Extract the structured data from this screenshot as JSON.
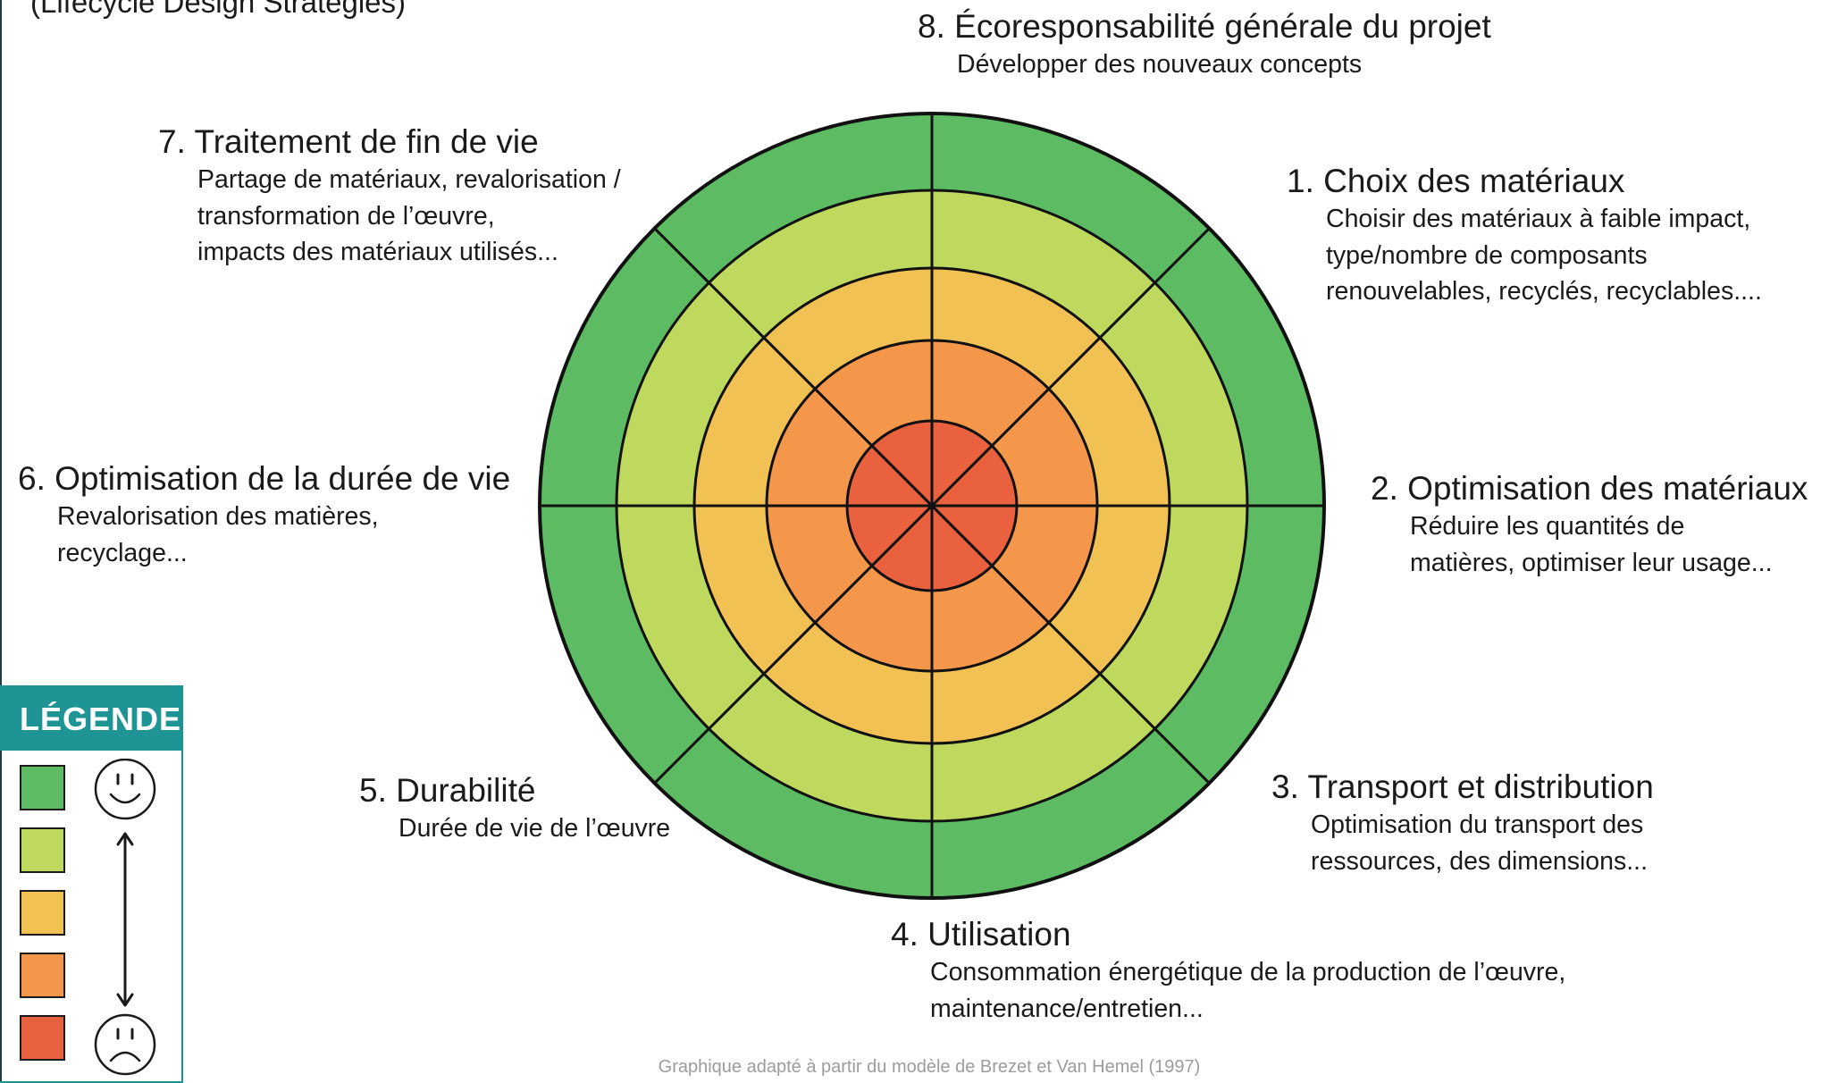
{
  "header": {
    "subtitle": "(Lifecycle Design Strategies)"
  },
  "wheel": {
    "ring_colors": [
      "#5dbb63",
      "#bfd95e",
      "#f2c153",
      "#f4974a",
      "#e9613e"
    ],
    "line_color": "#111111"
  },
  "strategies": [
    {
      "title": "8. Écoresponsabilité générale du projet",
      "description": [
        "Développer des nouveaux concepts"
      ]
    },
    {
      "title": "1. Choix des matériaux",
      "description": [
        "Choisir des matériaux à faible impact,",
        "type/nombre de composants",
        "renouvelables, recyclés, recyclables...."
      ]
    },
    {
      "title": "2. Optimisation des matériaux",
      "description": [
        "Réduire les quantités de",
        "matières, optimiser leur usage..."
      ]
    },
    {
      "title": "3. Transport et distribution",
      "description": [
        "Optimisation du transport des",
        "ressources, des dimensions..."
      ]
    },
    {
      "title": "4. Utilisation",
      "description": [
        "Consommation énergétique de la production de l’œuvre,",
        "maintenance/entretien..."
      ]
    },
    {
      "title": "5. Durabilité",
      "description": [
        "Durée de vie de l’œuvre"
      ]
    },
    {
      "title": "6. Optimisation de la durée de vie",
      "description": [
        "Revalorisation des matières,",
        "recyclage..."
      ]
    },
    {
      "title": "7. Traitement de fin de vie",
      "description": [
        "Partage de matériaux, revalorisation /",
        "transformation de l’œuvre,",
        "impacts des matériaux utilisés..."
      ]
    }
  ],
  "legend": {
    "title": "LÉGENDE",
    "top_icon": "smiling-face-icon",
    "bottom_icon": "frowning-face-icon",
    "arrow_icon": "double-arrow-icon"
  },
  "credit": "Graphique adapté à partir du modèle de Brezet et Van Hemel (1997)"
}
